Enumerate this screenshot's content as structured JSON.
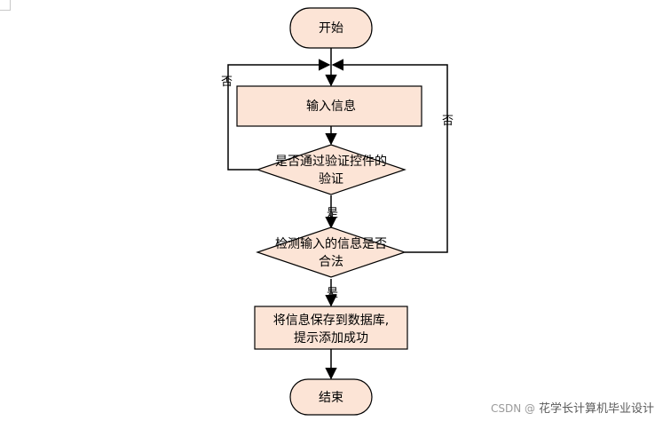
{
  "colors": {
    "fill": "#FCE4D6",
    "stroke": "#000000",
    "line": "#000000"
  },
  "nodes": {
    "start": "开始",
    "input": "输入信息",
    "check_control": [
      "是否通过验证控件的",
      "验证"
    ],
    "check_legal": [
      "检测输入的信息是否",
      "合法"
    ],
    "save": [
      "将信息保存到数据库,",
      "提示添加成功"
    ],
    "end": "结束"
  },
  "edges": {
    "control_no": "否",
    "control_yes": "是",
    "legal_no": "否",
    "legal_yes": "是"
  },
  "watermark": {
    "site": "CSDN @",
    "author": "花学长计算机毕业设计"
  }
}
